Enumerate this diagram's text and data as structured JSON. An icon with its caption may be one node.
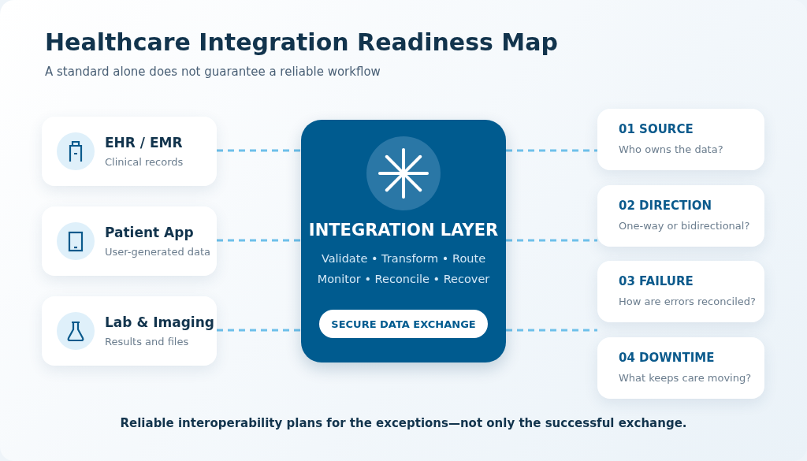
{
  "diagram": {
    "title": "Healthcare Integration Readiness Map",
    "caption": "Reliable interoperability plans for the exceptions—not only the successful exchange.",
    "nodes": [
      {
        "text": [
          "EHR / EMR",
          "Clinical records"
        ]
      },
      {
        "text": [
          "Patient App",
          "User-generated data"
        ]
      },
      {
        "text": [
          "Lab & Imaging",
          "Results and files"
        ]
      },
      {
        "text": [
          "INTEGRATION LAYER",
          "Validate • Transform • Route",
          "Monitor • Reconcile • Recover"
        ]
      },
      {
        "text": [
          "SECURE DATA EXCHANGE"
        ],
        "in": 3
      },
      {
        "text": [
          "01 SOURCE",
          "Who owns the data?"
        ]
      },
      {
        "text": [
          "02 DIRECTION",
          "One-way or bidirectional?"
        ]
      },
      {
        "text": [
          "03 FAILURE",
          "How are errors reconciled?"
        ]
      },
      {
        "text": [
          "04 DOWNTIME",
          "What keeps care moving?"
        ]
      }
    ],
    "edges": [
      {
        "from": 0,
        "to": 3,
        "arrow": "none",
        "style": "dashed"
      },
      {
        "from": 1,
        "to": 3,
        "arrow": "none",
        "style": "dashed"
      },
      {
        "from": 2,
        "to": 3,
        "arrow": "none",
        "style": "dashed"
      },
      {
        "from": 3,
        "to": 5,
        "arrow": "none",
        "style": "dashed"
      },
      {
        "from": 3,
        "to": 6,
        "arrow": "none",
        "style": "dashed"
      },
      {
        "from": 3,
        "to": 7,
        "arrow": "none",
        "style": "dashed"
      }
    ],
    "labels": [
      "A standard alone does not guarantee a reliable workflow"
    ]
  }
}
